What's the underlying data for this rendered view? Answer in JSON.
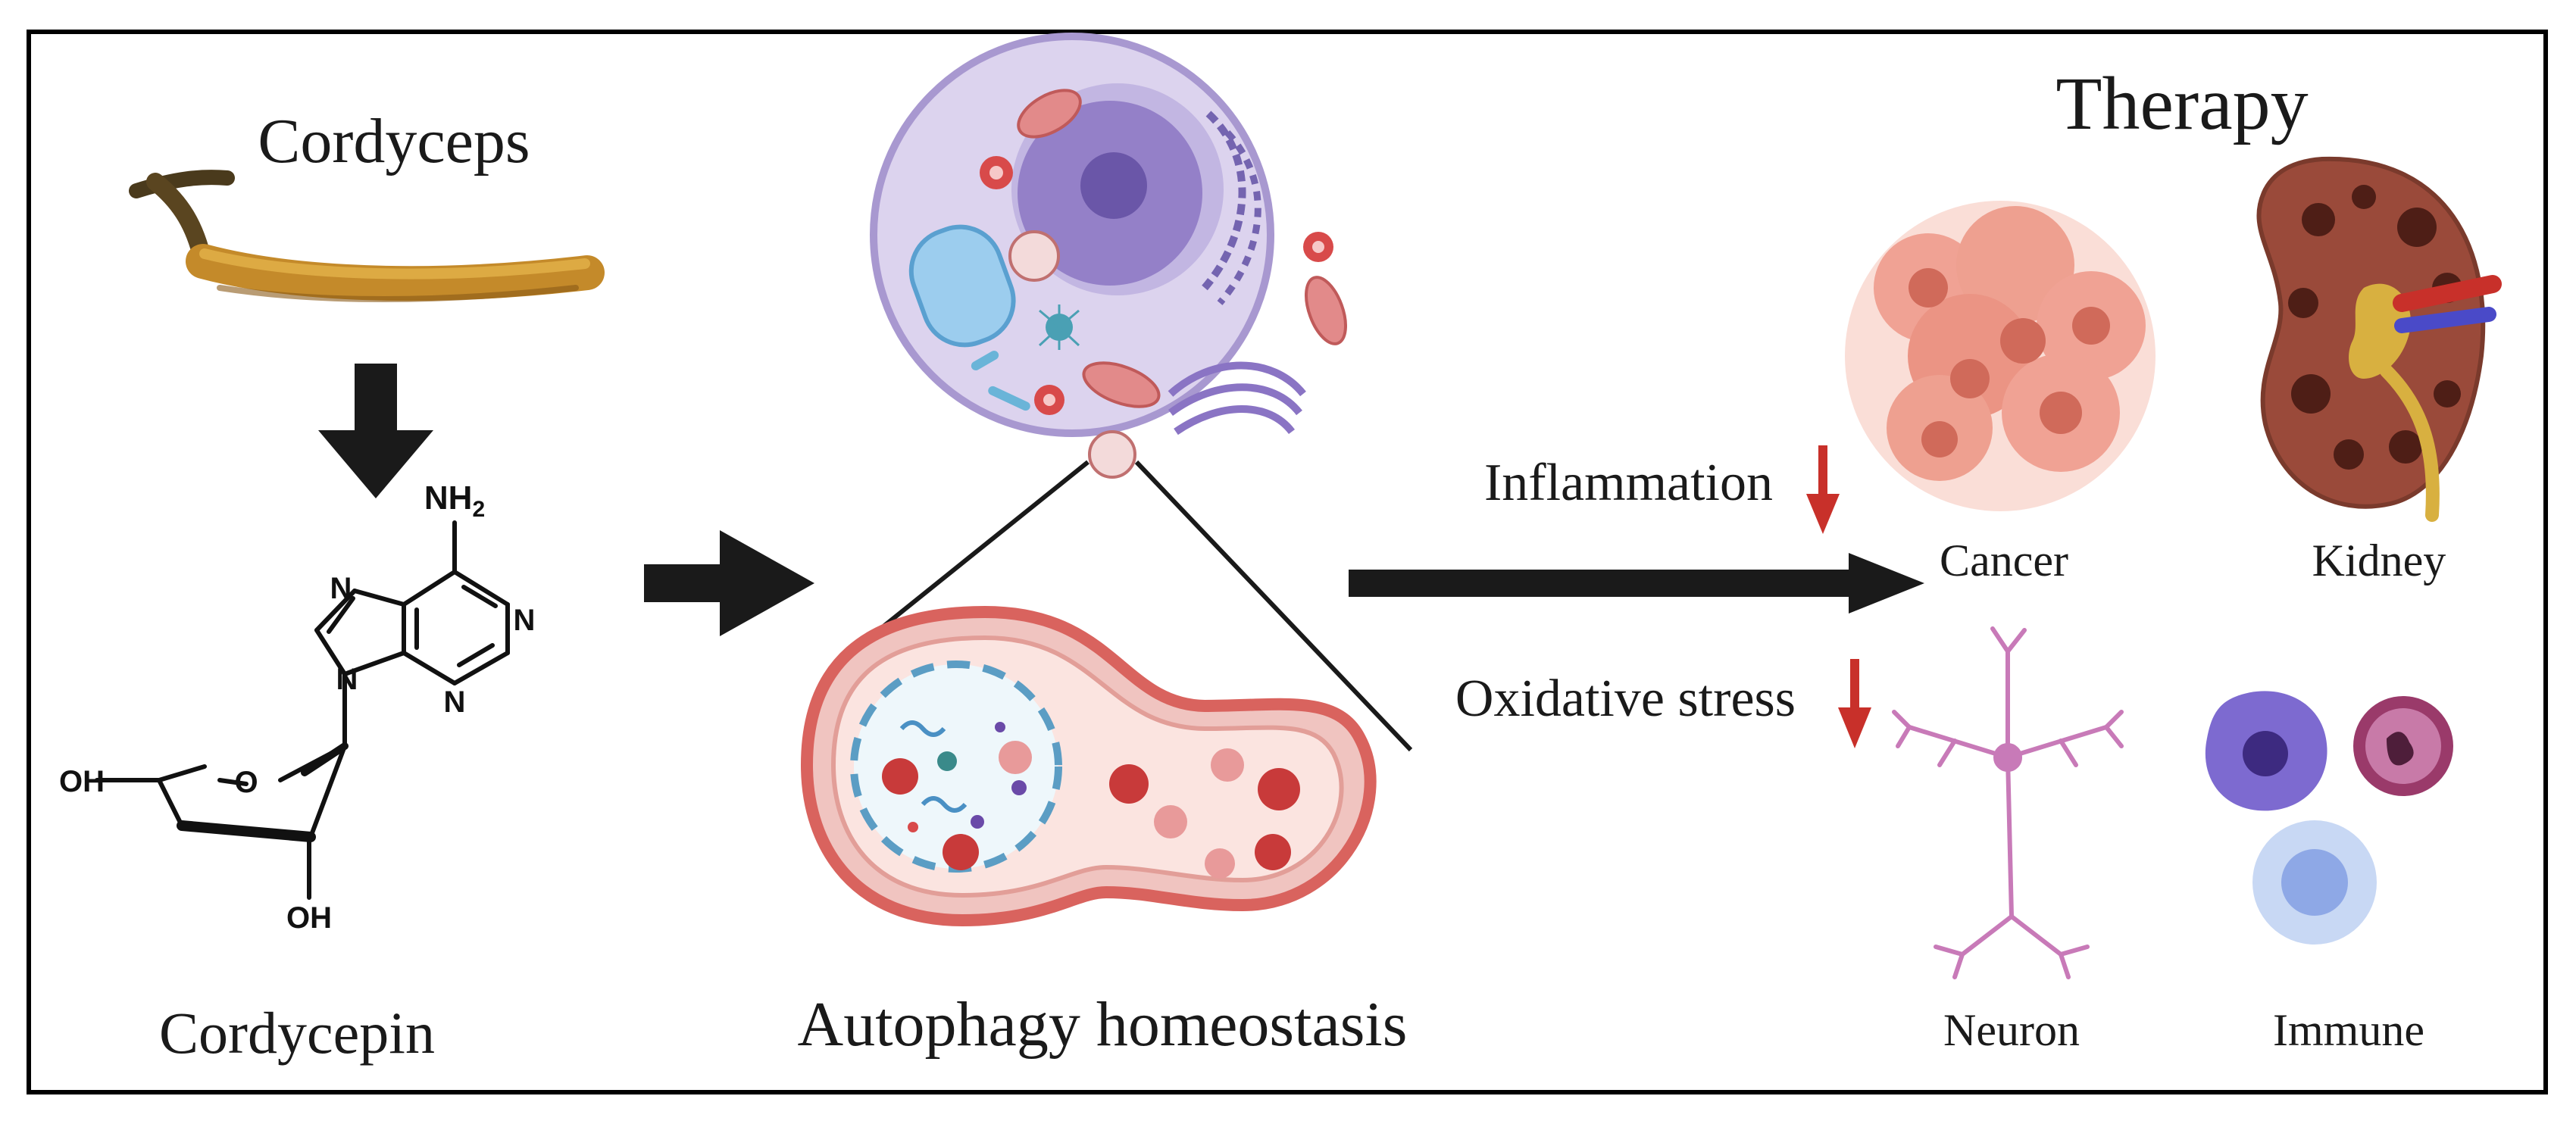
{
  "labels": {
    "cordyceps": "Cordyceps",
    "cordycepin": "Cordycepin",
    "autophagy": "Autophagy homeostasis",
    "therapy": "Therapy",
    "inflammation": "Inflammation",
    "oxidative": "Oxidative stress",
    "cancer": "Cancer",
    "kidney": "Kidney",
    "neuron": "Neuron",
    "immune": "Immune"
  },
  "molecule": {
    "nh2": "NH",
    "nh2_sub": "2",
    "n1": "N",
    "n3": "N",
    "n7": "N",
    "n9": "N",
    "oh_left": "OH",
    "ring_o": "O",
    "oh_bottom": "OH"
  },
  "colors": {
    "arrow_black": "#1a1a1a",
    "arrow_red": "#c8302a",
    "cell_fill": "#dcd3ee",
    "cell_edge": "#a898d0",
    "nucleus": "#8470b8",
    "autophagosome": "#e06c6c",
    "cancer": "#f0a294",
    "kidney": "#9a4a3a",
    "neuron": "#c87ab8",
    "immune_purple": "#7d6ad0",
    "immune_magenta": "#9a3a6a",
    "immune_blue": "#a8c0ea"
  }
}
